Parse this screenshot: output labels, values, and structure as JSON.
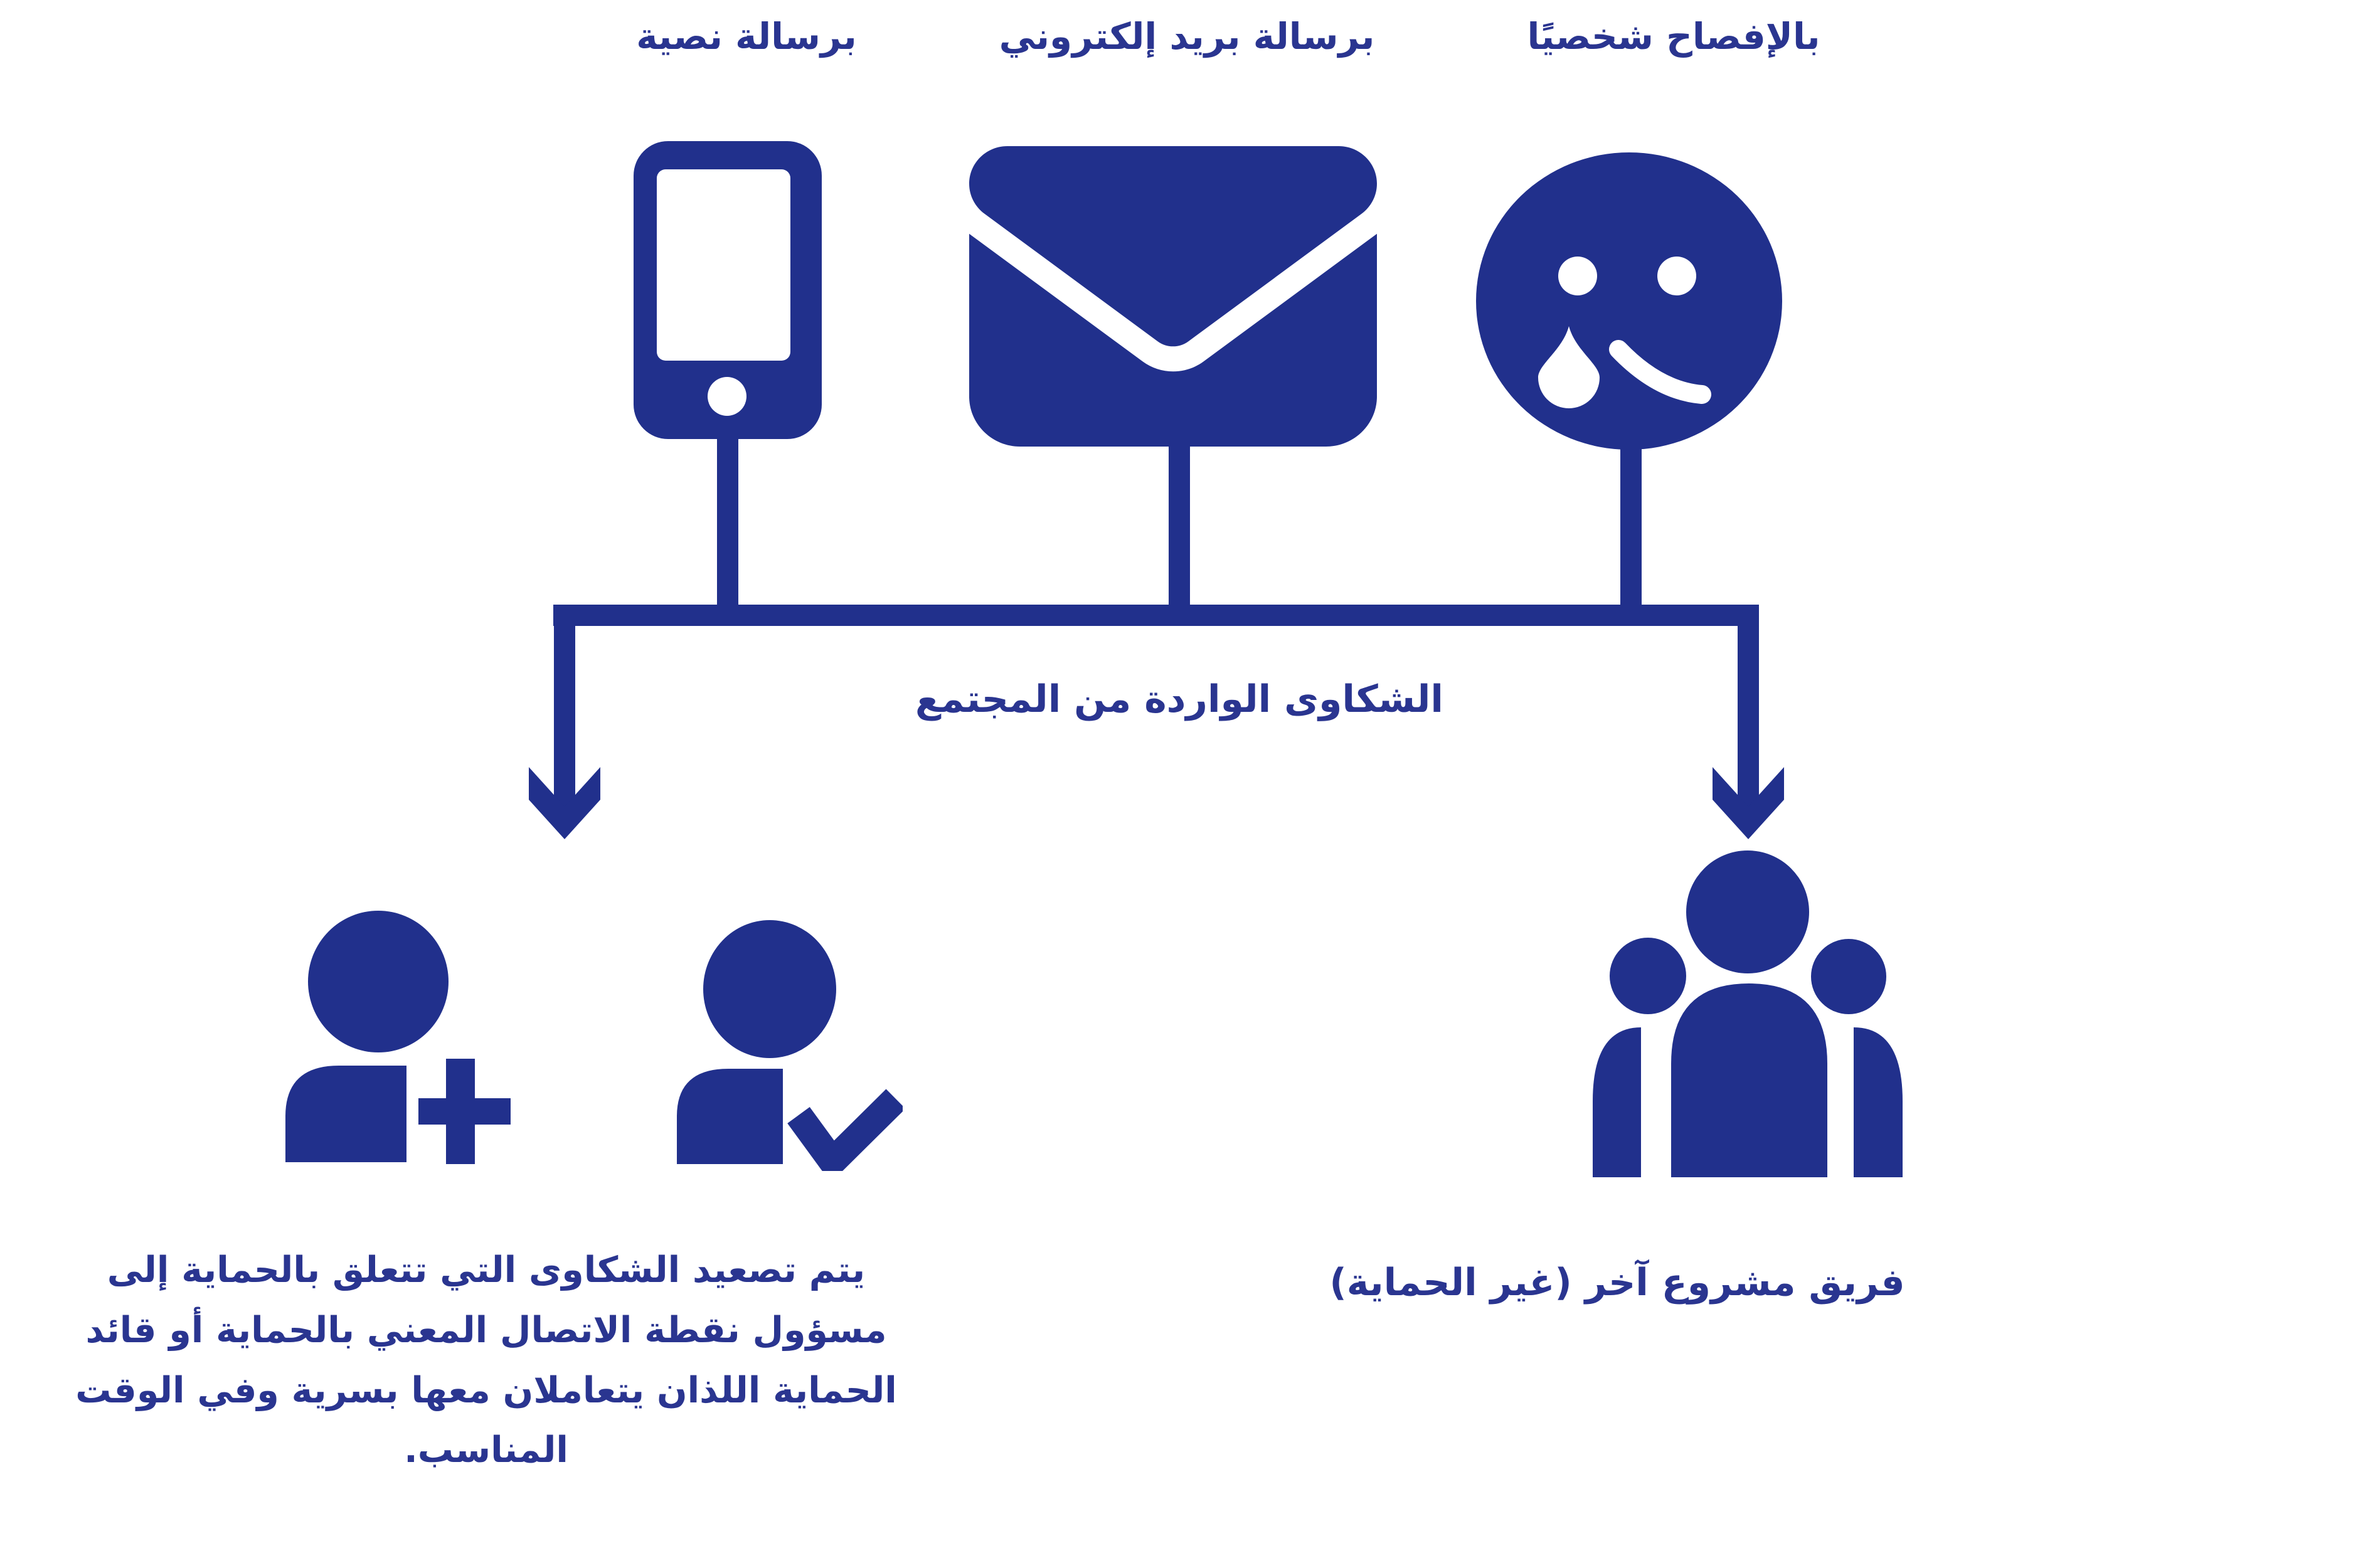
{
  "colors": {
    "accent": "#21308C",
    "text": "#2A3590",
    "background": "#FFFFFF"
  },
  "channels": [
    {
      "label": "برسالة نصية",
      "icon": "smartphone-icon"
    },
    {
      "label": "برسالة بريد إلكتروني",
      "icon": "envelope-icon"
    },
    {
      "label": "بالإفصاح شخصيًا",
      "icon": "sad-face-icon"
    }
  ],
  "connector": {
    "label": "الشكاوى الواردة من المجتمع"
  },
  "outcomes": {
    "protection": {
      "icons": [
        "person-plus-icon",
        "person-check-icon"
      ],
      "note": "يتم تصعيد الشكاوى التي تتعلق بالحماية إلى مسؤول نقطة الاتصال المعني بالحماية أو قائد الحماية اللذان يتعاملان معها بسرية وفي الوقت المناسب."
    },
    "other_team": {
      "icon": "people-group-icon",
      "label": "فريق مشروع آخر (غير الحماية)"
    }
  }
}
